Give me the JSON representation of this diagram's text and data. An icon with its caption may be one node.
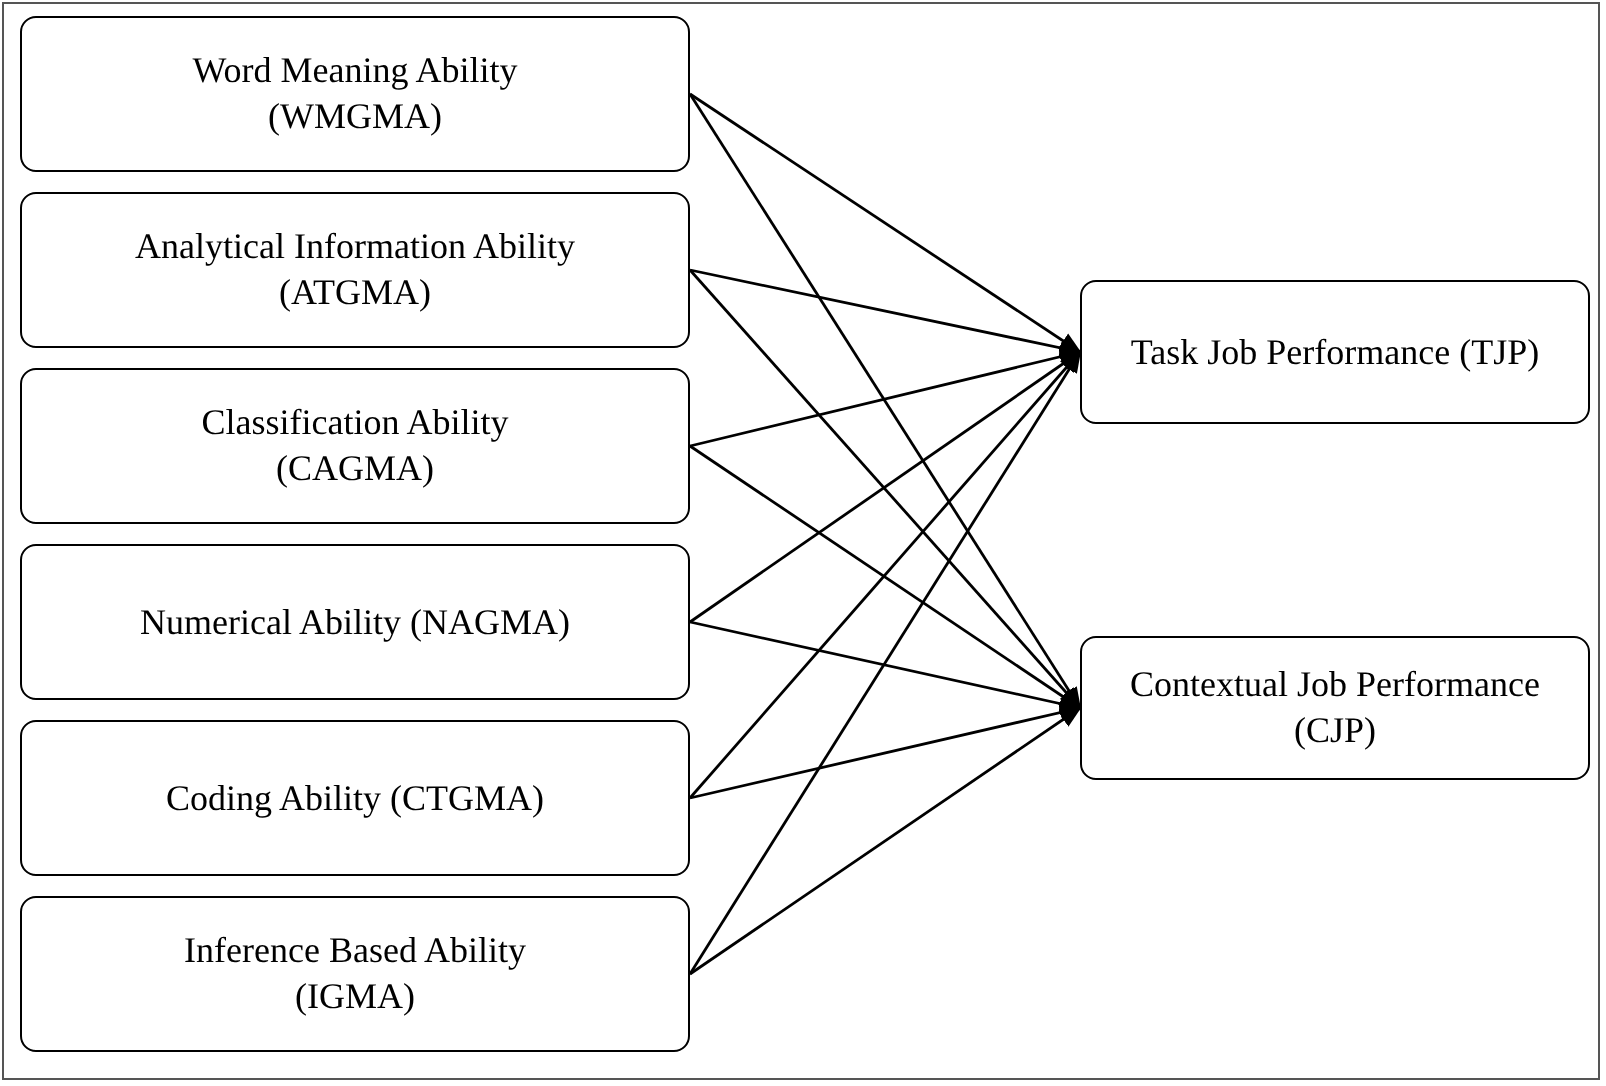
{
  "diagram": {
    "nodes": [
      {
        "text": [
          "Word Meaning Ability (WMGMA)"
        ]
      },
      {
        "text": [
          "Analytical Information Ability (ATGMA)"
        ]
      },
      {
        "text": [
          "Classification Ability (CAGMA)"
        ]
      },
      {
        "text": [
          "Numerical Ability (NAGMA)"
        ]
      },
      {
        "text": [
          "Coding Ability (CTGMA)"
        ]
      },
      {
        "text": [
          "Inference Based Ability (IGMA)"
        ]
      },
      {
        "text": [
          "Task Job Performance (TJP)"
        ]
      },
      {
        "text": [
          "Contextual Job Performance (CJP)"
        ]
      }
    ],
    "edges": [
      {
        "from": 0,
        "to": 6,
        "arrow": "to"
      },
      {
        "from": 0,
        "to": 7,
        "arrow": "to"
      },
      {
        "from": 1,
        "to": 6,
        "arrow": "to"
      },
      {
        "from": 1,
        "to": 7,
        "arrow": "to"
      },
      {
        "from": 2,
        "to": 6,
        "arrow": "to"
      },
      {
        "from": 2,
        "to": 7,
        "arrow": "to"
      },
      {
        "from": 3,
        "to": 6,
        "arrow": "to"
      },
      {
        "from": 3,
        "to": 7,
        "arrow": "to"
      },
      {
        "from": 4,
        "to": 6,
        "arrow": "to"
      },
      {
        "from": 4,
        "to": 7,
        "arrow": "to"
      },
      {
        "from": 5,
        "to": 6,
        "arrow": "to"
      },
      {
        "from": 5,
        "to": 7,
        "arrow": "to"
      }
    ]
  }
}
